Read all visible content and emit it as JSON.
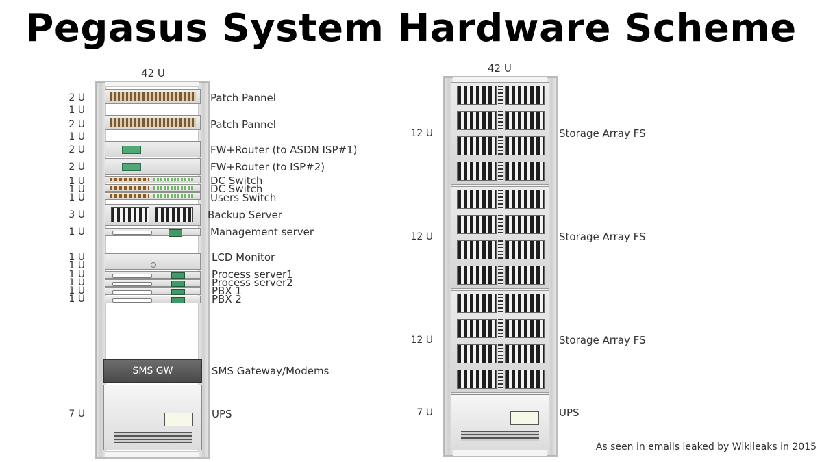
{
  "title": "Pegasus System Hardware Scheme",
  "caption": "As seen in emails leaked by Wikileaks in 2015",
  "rack1": {
    "header": "42 U",
    "units": [
      "2 U",
      "1 U",
      "2 U",
      "1 U",
      "2 U",
      "2 U",
      "1 U",
      "1 U",
      "1 U",
      "3 U",
      "1 U",
      "1 U",
      "1 U",
      "1 U",
      "1 U",
      "1 U",
      "1 U",
      "7 U"
    ],
    "labels": [
      "Patch Pannel",
      "Patch Pannel",
      "FW+Router (to ASDN ISP#1)",
      "FW+Router (to ISP#2)",
      "DC Switch",
      "DC Switch",
      "Users Switch",
      "Backup Server",
      "Management server",
      "LCD Monitor",
      "Process server1",
      "Process server2",
      "PBX 1",
      "PBX 2",
      "SMS Gateway/Modems",
      "UPS"
    ],
    "sms_text": "SMS GW"
  },
  "rack2": {
    "header": "42 U",
    "units": [
      "12 U",
      "12 U",
      "12 U",
      "7 U"
    ],
    "labels": [
      "Storage Array FS",
      "Storage Array FS",
      "Storage Array FS",
      "UPS"
    ]
  },
  "colors": {
    "rack_frame": "#bdbdbd",
    "card_green": "#4fa876",
    "sms_bg": "#5a5a5a"
  },
  "icons": [
    "patch-panel-icon",
    "firewall-router-icon",
    "switch-icon",
    "server-icon",
    "storage-array-icon",
    "ups-icon"
  ]
}
